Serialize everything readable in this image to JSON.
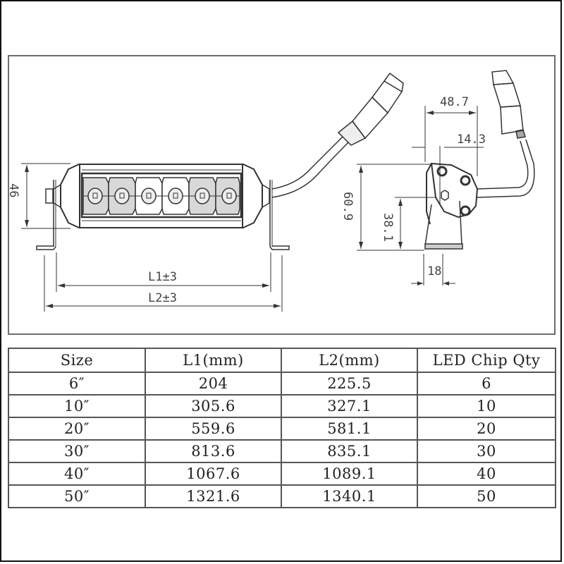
{
  "drawing": {
    "front_view": {
      "height_label": "46",
      "l1_label": "L1±3",
      "l2_label": "L2±3",
      "led_count_shown": 6
    },
    "side_view": {
      "width_label": "48.7",
      "offset_label": "14.3",
      "height_label": "60.9",
      "pivot_height_label": "38.1",
      "base_width_label": "18"
    }
  },
  "table": {
    "headers": [
      "Size",
      "L1(mm)",
      "L2(mm)",
      "LED Chip Qty"
    ],
    "rows": [
      [
        "6″",
        "204",
        "225.5",
        "6"
      ],
      [
        "10″",
        "305.6",
        "327.1",
        "10"
      ],
      [
        "20″",
        "559.6",
        "581.1",
        "20"
      ],
      [
        "30″",
        "813.6",
        "835.1",
        "30"
      ],
      [
        "40″",
        "1067.6",
        "1089.1",
        "40"
      ],
      [
        "50″",
        "1321.6",
        "1340.1",
        "50"
      ]
    ]
  },
  "colors": {
    "line": "#333333",
    "frame": "#6e6e6e",
    "led_shade": "#d4d4d4"
  }
}
